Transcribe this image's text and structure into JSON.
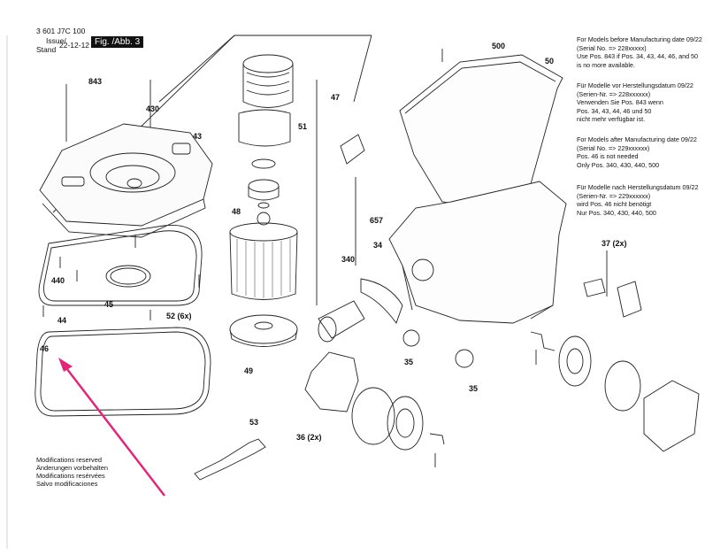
{
  "header": {
    "doc_number": "3 601 J7C 100",
    "issue_label": "Issue/",
    "stand_label": "Stand",
    "date": "22-12-12",
    "figure_label": "Fig. /Abb. 3"
  },
  "callouts": {
    "c843": "843",
    "c430": "430",
    "c43": "43",
    "c440": "440",
    "c44": "44",
    "c45": "45",
    "c46": "46",
    "c52": "52 (6x)",
    "c47": "47",
    "c51": "51",
    "c48": "48",
    "c49": "49",
    "c53": "53",
    "c500": "500",
    "c50": "50",
    "c657": "657",
    "c340": "340",
    "c34": "34",
    "c35a": "35",
    "c35b": "35",
    "c36": "36 (2x)",
    "c37": "37 (2x)"
  },
  "notes": [
    {
      "lines": [
        "For Models before Manufacturing date 09/22",
        "(Serial No. => 228xxxxx)",
        "Use Pos. 843 if Pos. 34, 43, 44, 46, and 50",
        "is no more available."
      ]
    },
    {
      "lines": [
        "Für Modelle vor Herstellungsdatum 09/22",
        "(Serien-Nr. => 228xxxxxx)",
        "Verwenden Sie Pos. 843 wenn",
        "Pos. 34, 43, 44, 46 und 50",
        "nicht mehr verfügbar ist."
      ]
    },
    {
      "lines": [
        "For Models after Manufacturing date 09/22",
        "(Serial No. => 229xxxxxx)",
        "Pos. 46 is not needed",
        "Only  Pos. 340, 430, 440, 500"
      ]
    },
    {
      "lines": [
        "Für Modelle nach Herstellungsdatum 09/22",
        "(Serien-Nr. => 229xxxxxx)",
        "wird Pos. 46 nicht benötigt",
        "Nur Pos. 340, 430, 440, 500"
      ]
    }
  ],
  "footer": {
    "lines": [
      "Modifications reserved",
      "Änderungen vorbehalten",
      "Modifications resérvées",
      "Salvo modificaciones"
    ]
  },
  "colors": {
    "line": "#222222",
    "highlight_arrow": "#e0287a"
  }
}
